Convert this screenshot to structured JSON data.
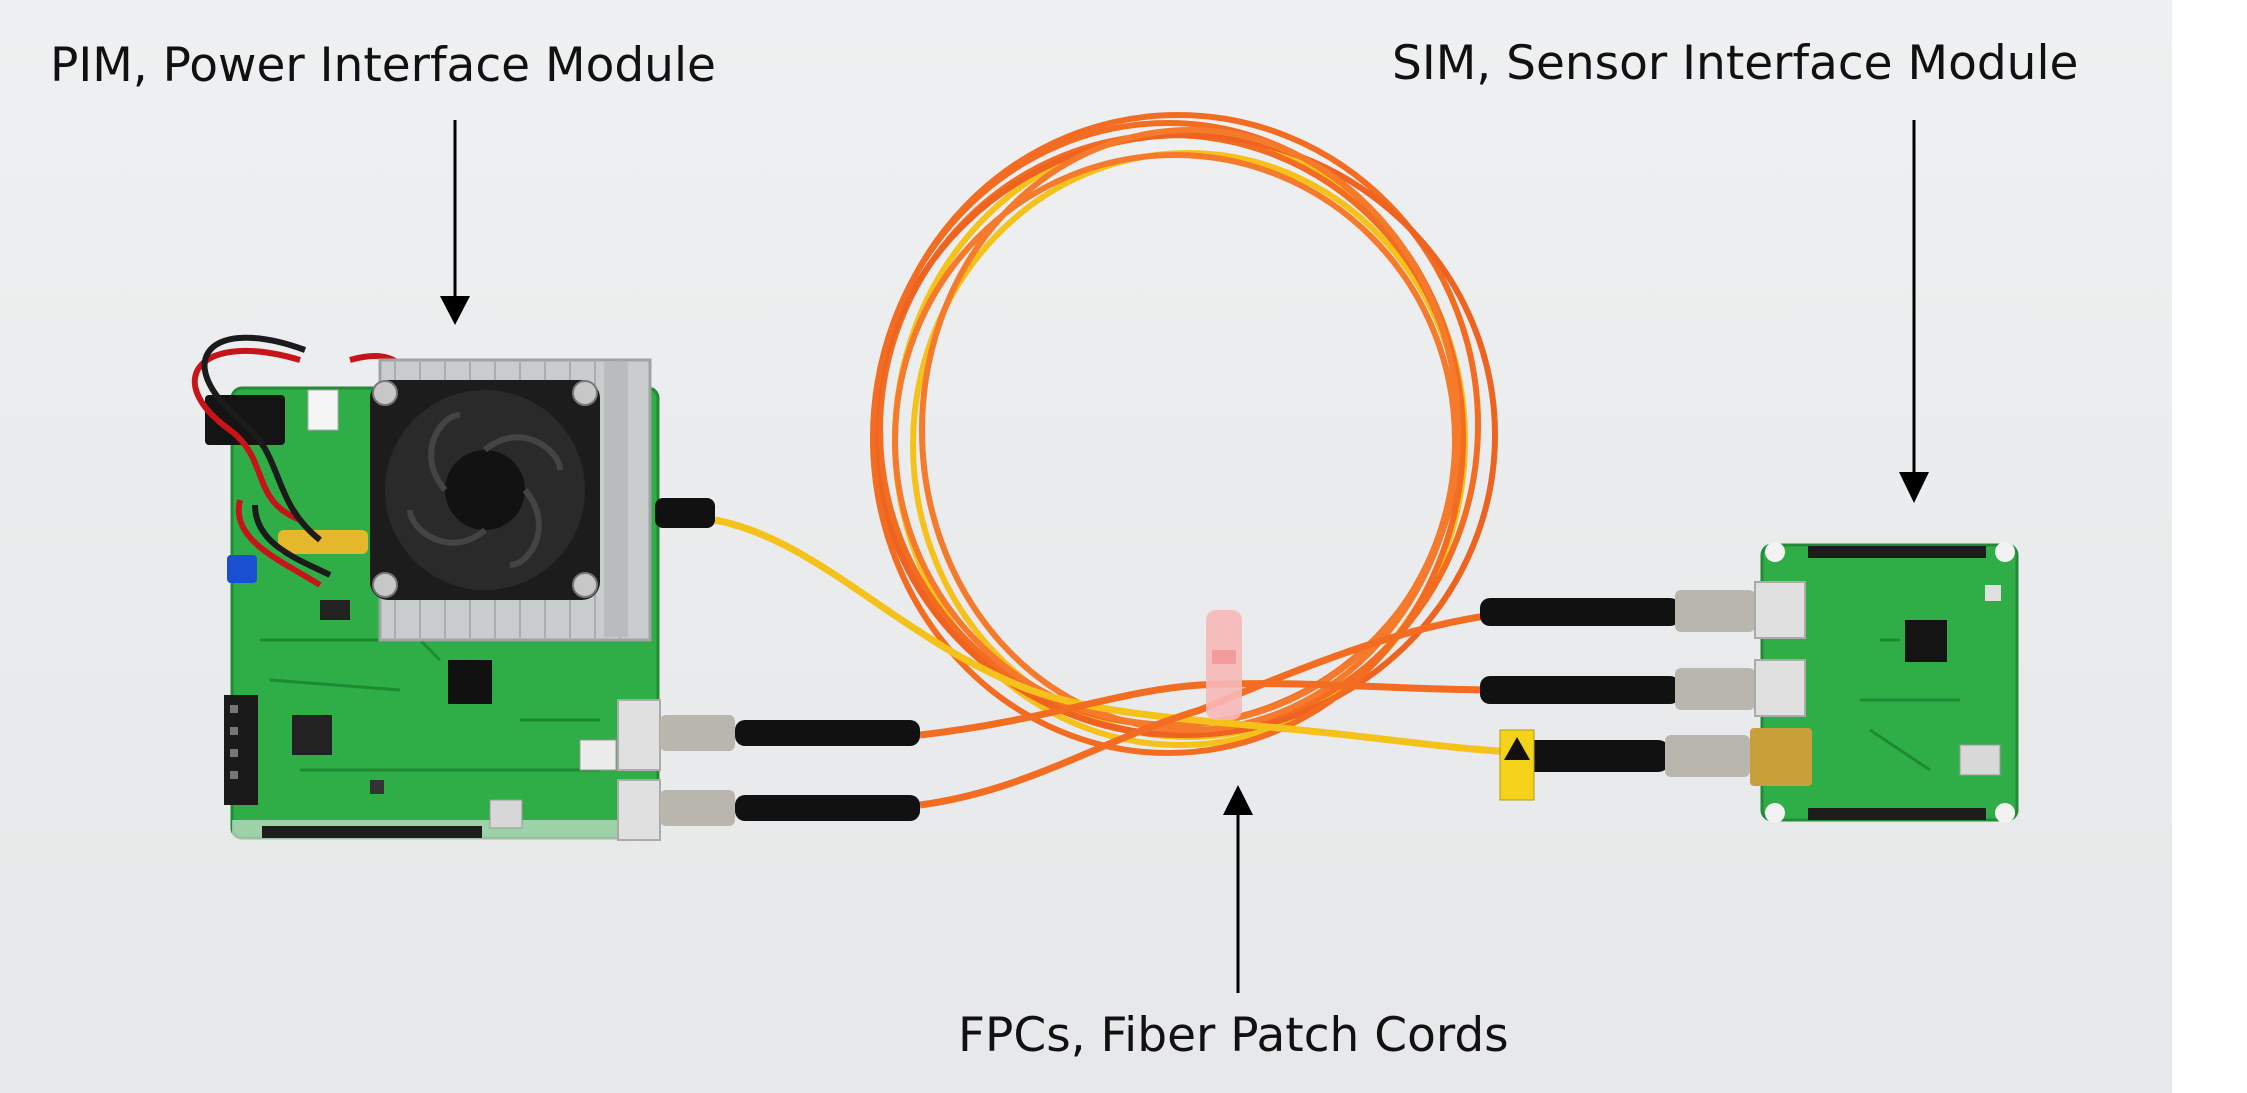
{
  "labels": {
    "pim": "PIM, Power Interface Module",
    "sim": "SIM, Sensor Interface Module",
    "fpc": "FPCs, Fiber Patch Cords"
  },
  "colors": {
    "background": "#e9ebec",
    "pcb_green": "#2fae47",
    "fiber_orange": "#f26d21",
    "fiber_yellow": "#f5c21b",
    "heatsink": "#c9cccd",
    "fan": "#1c1c1c",
    "connector_metal": "#b9b7ad",
    "boot_black": "#111111"
  },
  "icons": [
    "down-arrow-icon",
    "up-arrow-icon",
    "laser-warning-icon",
    "cooling-fan-icon"
  ]
}
